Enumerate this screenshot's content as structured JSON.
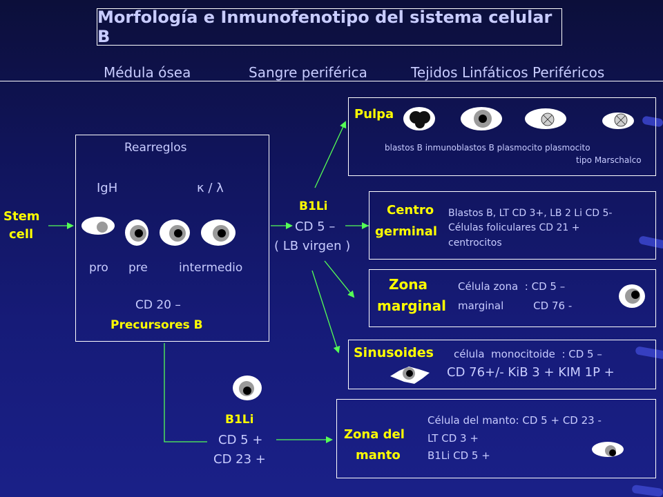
{
  "title": "Morfología e Inmunofenotipo del sistema celular B",
  "headers": {
    "col1": "Médula ósea",
    "col2": "Sangre periférica",
    "col3": "Tejidos Linfáticos Periféricos"
  },
  "stem": {
    "line1": "Stem",
    "line2": "cell"
  },
  "marrow": {
    "rearreglos": "Rearreglos",
    "igh": "IgH",
    "kappa_lambda": "κ / λ",
    "pro": "pro",
    "pre": "pre",
    "intermedio": "intermedio",
    "cd20": "CD 20 –",
    "precursores": "Precursores B"
  },
  "b1li_virgin": {
    "name": "B1Li",
    "cd5": "CD 5 –",
    "lb": "( LB virgen )"
  },
  "b1li_mantle": {
    "name": "B1Li",
    "cd5": "CD 5 +",
    "cd23": "CD 23 +"
  },
  "pulpa": {
    "title": "Pulpa",
    "labels_line1": "blastos B  inmunoblastos  B plasmocito   plasmocito",
    "labels_line2": "tipo  Marschalco"
  },
  "centro": {
    "title1": "Centro",
    "title2": "germinal",
    "line1": "Blastos B, LT CD 3+, LB 2 Li CD 5-",
    "line2": "Células foliculares CD 21 +",
    "line3": "centrocitos"
  },
  "zona_marginal": {
    "title1": "Zona",
    "title2": "marginal",
    "line1": "Célula zona  : CD 5 –",
    "line2": "marginal         CD 76 -"
  },
  "sinusoides": {
    "title": "Sinusoides",
    "line1": "célula  monocitoide  : CD 5 –",
    "line2": "CD 76+/- KiB 3 + KIM 1P +"
  },
  "zona_manto": {
    "title1": "Zona del",
    "title2": "manto",
    "line1": "Célula del manto: CD 5 + CD 23 -",
    "line2": "LT CD 3 +",
    "line3": "B1Li CD 5 +"
  },
  "colors": {
    "background": "#10145a",
    "title_text": "#c8ccff",
    "label_yellow": "#ffff00",
    "arrow": "#55ff55"
  }
}
